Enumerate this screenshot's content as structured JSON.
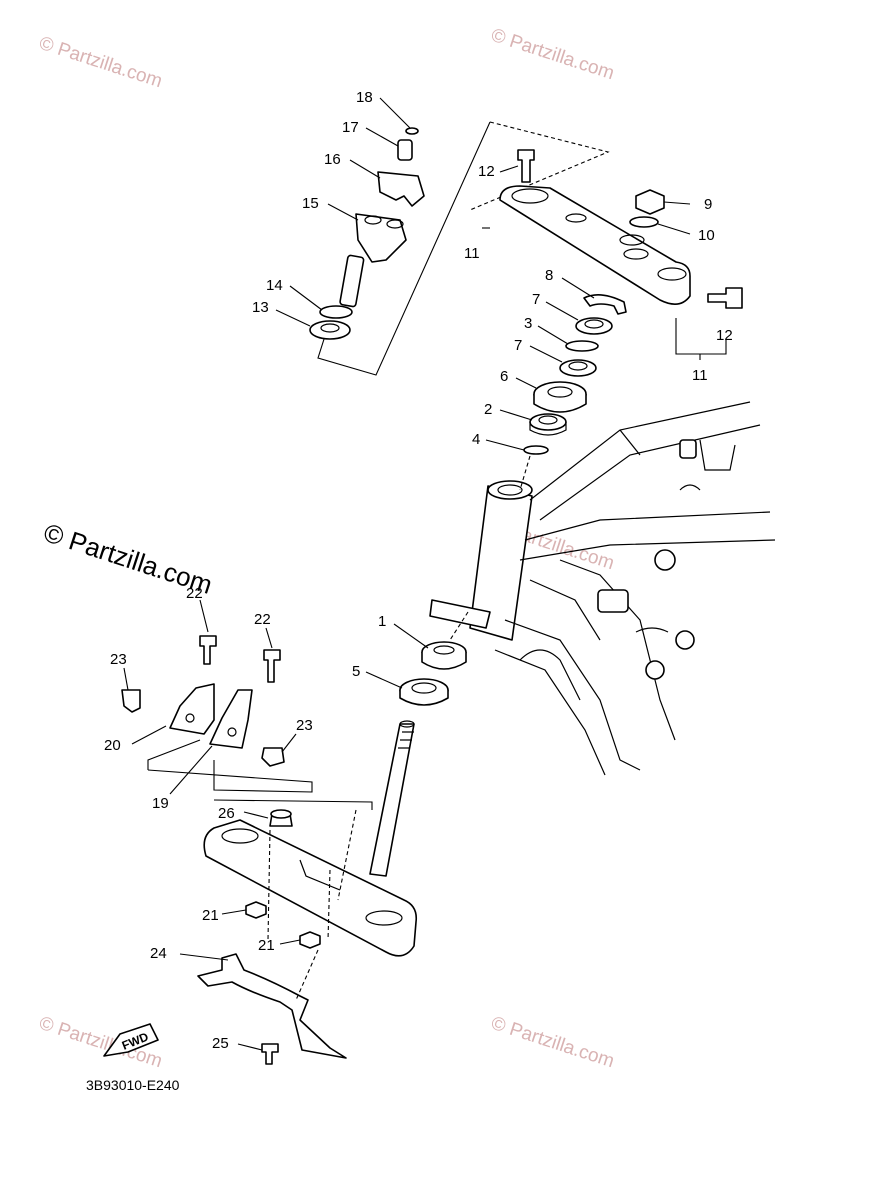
{
  "watermark": {
    "text": "© Partzilla.com",
    "text_prominent": "© Partzilla.com"
  },
  "diagram_code": "3B93010-E240",
  "fwd_label": "FWD",
  "callouts": {
    "c1": "1",
    "c2": "2",
    "c3": "3",
    "c4": "4",
    "c5": "5",
    "c6": "6",
    "c7a": "7",
    "c7b": "7",
    "c8": "8",
    "c9": "9",
    "c10": "10",
    "c11a": "11",
    "c11b": "11",
    "c12a": "12",
    "c12b": "12",
    "c13": "13",
    "c14": "14",
    "c15": "15",
    "c16": "16",
    "c17": "17",
    "c18": "18",
    "c19": "19",
    "c20": "20",
    "c21a": "21",
    "c21b": "21",
    "c22a": "22",
    "c22b": "22",
    "c23a": "23",
    "c23b": "23",
    "c24": "24",
    "c25": "25",
    "c26": "26"
  }
}
